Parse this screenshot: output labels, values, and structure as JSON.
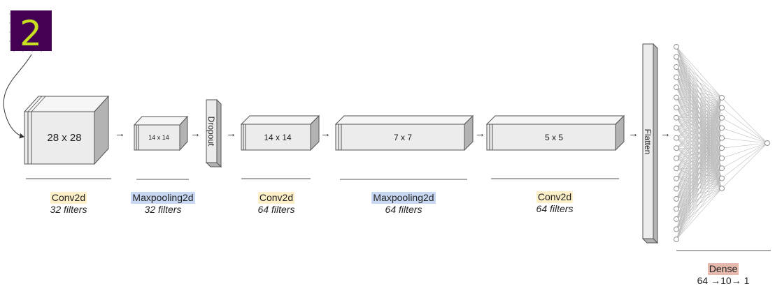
{
  "input": {
    "digit": "2",
    "colors": {
      "background": "#440154",
      "digit": "#c8e020"
    }
  },
  "blocks": [
    {
      "id": "conv1",
      "face_text": "28 x 28"
    },
    {
      "id": "pool1",
      "face_text": "14 x 14"
    },
    {
      "id": "dropout",
      "label": "Dropout"
    },
    {
      "id": "conv2",
      "face_text": "14 x 14"
    },
    {
      "id": "pool2",
      "face_text": "7 x 7"
    },
    {
      "id": "conv3",
      "face_text": "5 x 5"
    },
    {
      "id": "flatten",
      "label": "Flatten"
    }
  ],
  "layers": [
    {
      "name": "Conv2d",
      "detail": "32 filters",
      "highlight": "#fcefc7"
    },
    {
      "name": "Maxpooling2d",
      "detail": "32 filters",
      "highlight": "#c9d8f2"
    },
    {
      "name": "Conv2d",
      "detail": "64 filters",
      "highlight": "#fcefc7"
    },
    {
      "name": "Maxpooling2d",
      "detail": "64 filters",
      "highlight": "#c9d8f2"
    },
    {
      "name": "Conv2d",
      "detail": "64 filters",
      "highlight": "#fcefc7"
    },
    {
      "name": "Dense",
      "detail": "64 →10→ 1",
      "highlight": "#e7b9ad"
    }
  ],
  "dense_network": {
    "layer_sizes": [
      20,
      10,
      1
    ]
  },
  "arrow_symbol": "→",
  "colors": {
    "box_face": "#ececec",
    "box_top": "#f6f6f6",
    "box_side": "#b3b3b3",
    "box_stroke": "#555555",
    "divider": "#555555",
    "edges": "#bdbdbd"
  }
}
